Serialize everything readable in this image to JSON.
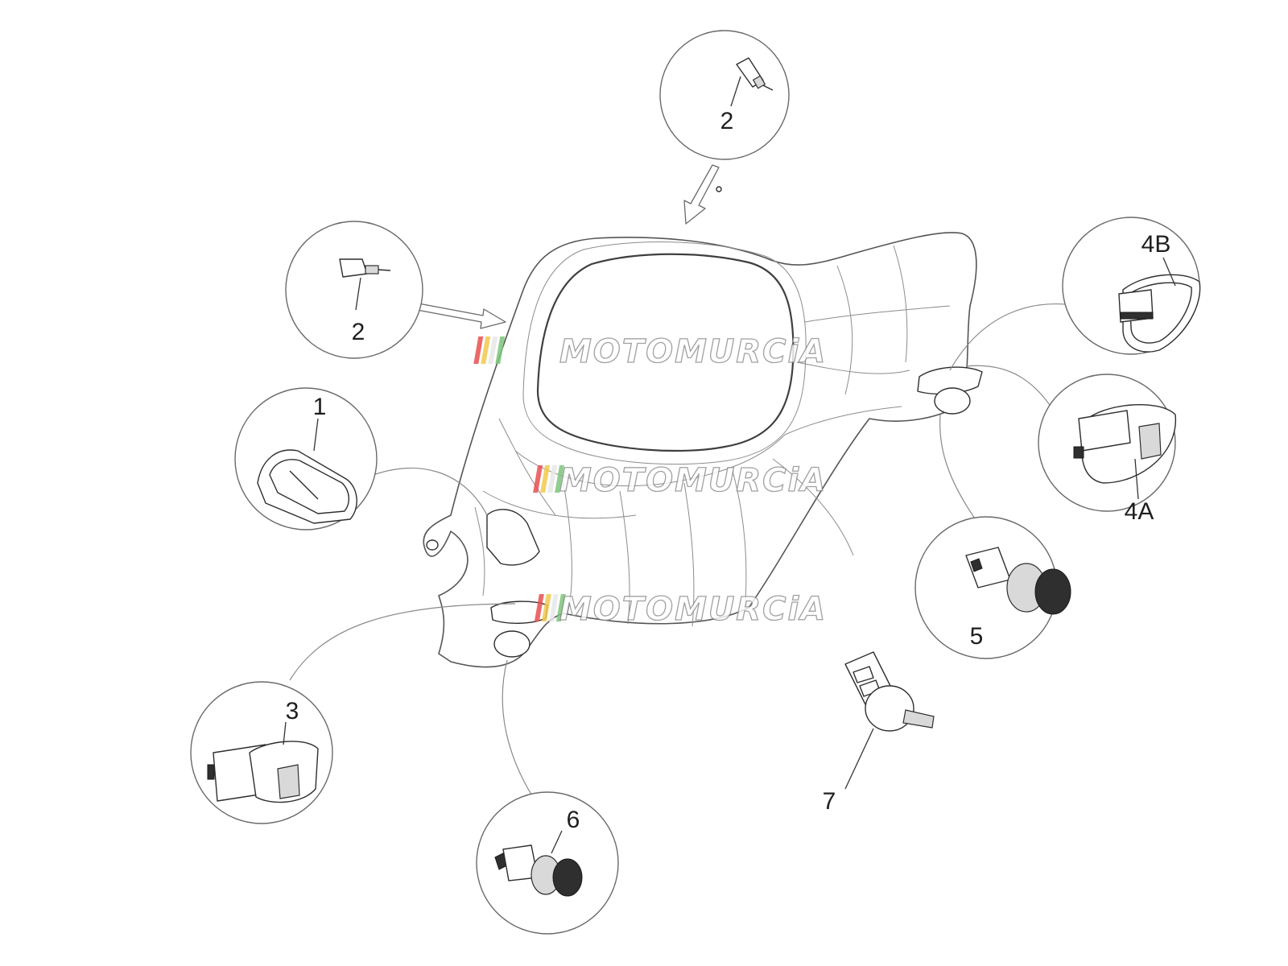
{
  "diagram": {
    "parts": [
      {
        "id": "1",
        "label": "1"
      },
      {
        "id": "2-top",
        "label": "2"
      },
      {
        "id": "2-left",
        "label": "2"
      },
      {
        "id": "3",
        "label": "3"
      },
      {
        "id": "4A",
        "label": "4A"
      },
      {
        "id": "4B",
        "label": "4B"
      },
      {
        "id": "5",
        "label": "5"
      },
      {
        "id": "6",
        "label": "6"
      },
      {
        "id": "7",
        "label": "7"
      }
    ]
  },
  "watermark": {
    "text": "MOTOMURCiA",
    "stripe_colors": [
      "#e84f4f",
      "#f2c94c",
      "#e7e7e7",
      "#7bc67b"
    ]
  },
  "colors": {
    "outline": "#555555",
    "part_stroke": "#2e2e2e",
    "background": "#ffffff"
  }
}
